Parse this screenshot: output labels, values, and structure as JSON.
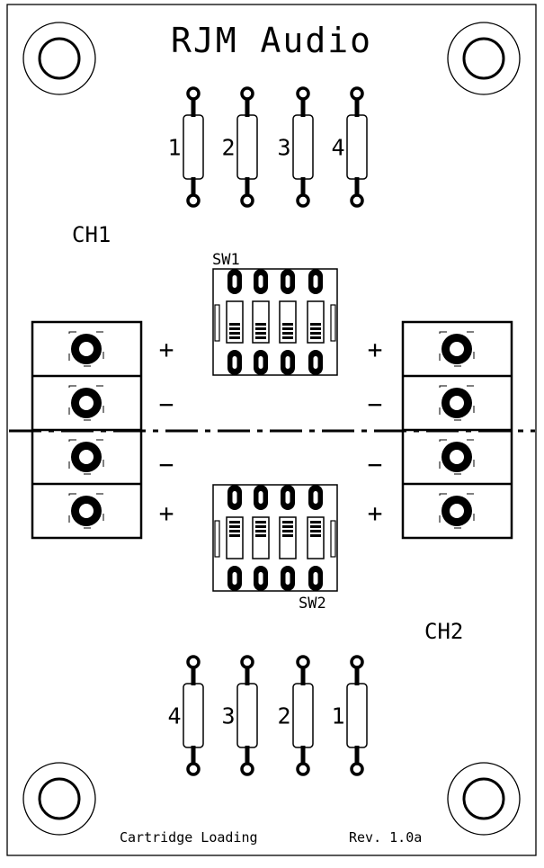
{
  "board": {
    "title": "RJM Audio",
    "footer_left": "Cartridge Loading",
    "footer_right": "Rev. 1.0a"
  },
  "channels": {
    "ch1": "CH1",
    "ch2": "CH2"
  },
  "switches": {
    "sw1": "SW1",
    "sw2": "SW2"
  },
  "resistors": {
    "top_labels": [
      "1",
      "2",
      "3",
      "4"
    ],
    "bottom_labels": [
      "4",
      "3",
      "2",
      "1"
    ]
  },
  "polarity": {
    "left": [
      "+",
      "−",
      "−",
      "+"
    ],
    "right": [
      "+",
      "−",
      "−",
      "+"
    ]
  }
}
